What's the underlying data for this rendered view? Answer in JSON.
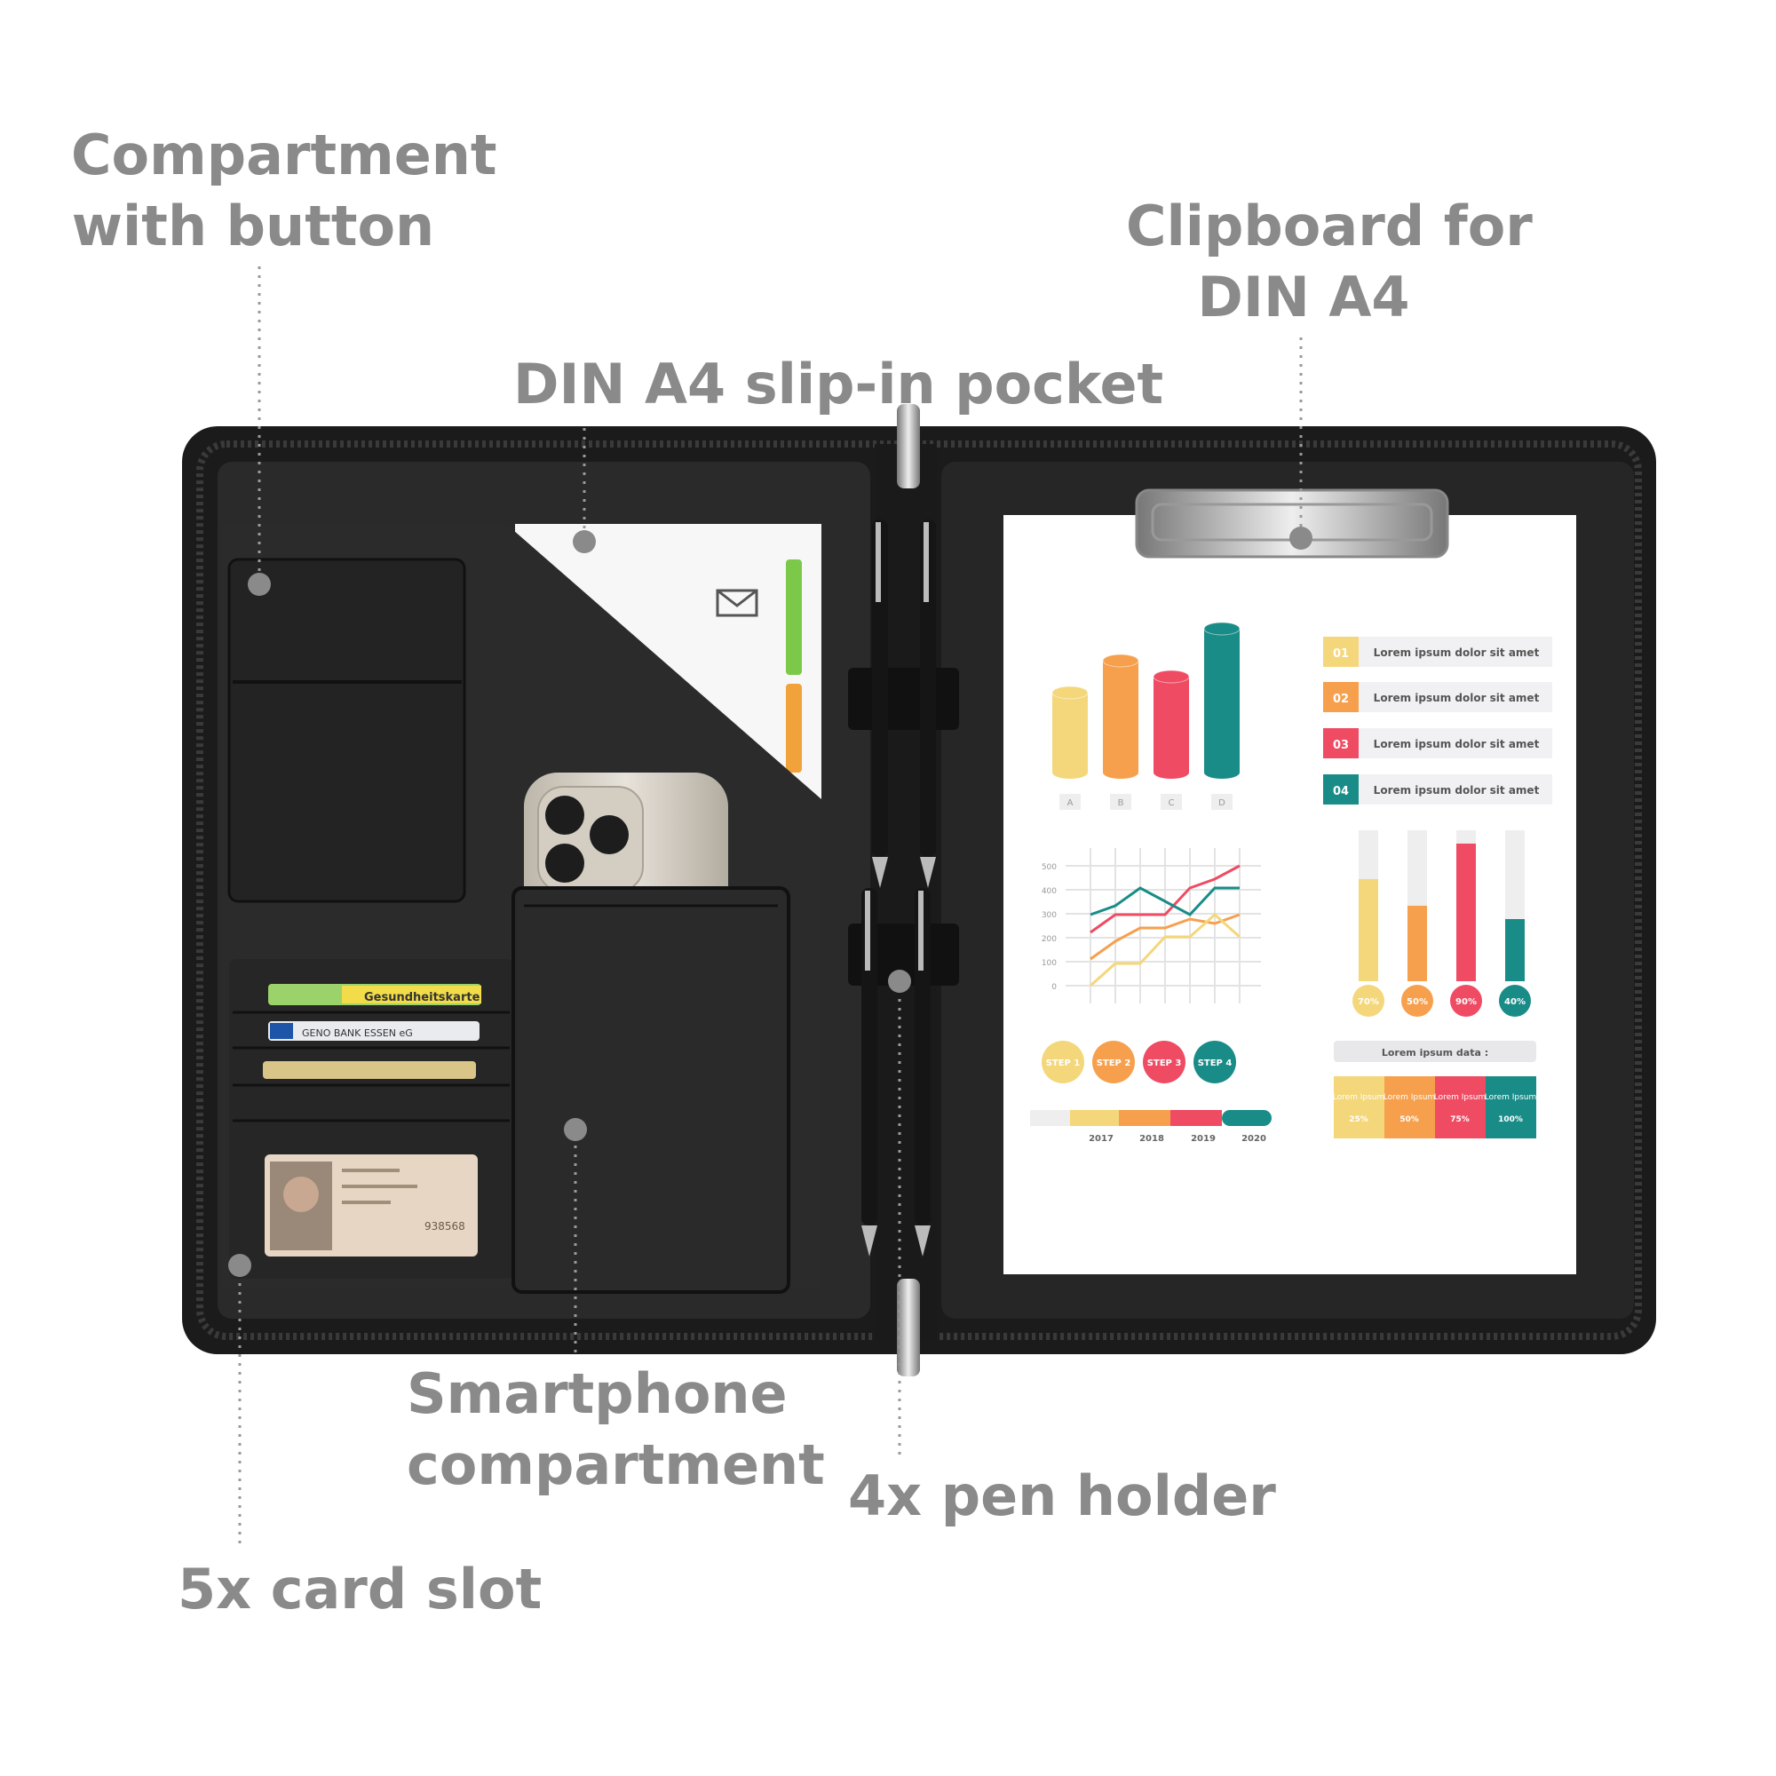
{
  "callouts": {
    "compartment_button": [
      "Compartment",
      "with button"
    ],
    "slip_in_pocket": "DIN A4 slip-in pocket",
    "clipboard": [
      "Clipboard for",
      "DIN A4"
    ],
    "smartphone": [
      "Smartphone",
      "compartment"
    ],
    "pen_holder": "4x pen holder",
    "card_slot": "5x card slot"
  },
  "cards": {
    "health": "Gesundheitskarte",
    "bank": "GENO BANK ESSEN eG",
    "id_number": "938568"
  },
  "paper": {
    "chart1_categories": [
      "A",
      "B",
      "C",
      "D"
    ],
    "chart1_values": [
      3,
      4.2,
      3.6,
      5.4
    ],
    "list_numbers": [
      "01",
      "02",
      "03",
      "04"
    ],
    "list_text": "Lorem ipsum dolor sit amet",
    "line_yticks": [
      "500",
      "400",
      "300",
      "200",
      "100",
      "0"
    ],
    "arrow_percents": [
      "70%",
      "50%",
      "90%",
      "40%"
    ],
    "steps": [
      "STEP 1",
      "STEP 2",
      "STEP 3",
      "STEP 4"
    ],
    "years": [
      "2017",
      "2018",
      "2019",
      "2020"
    ],
    "data_title": "Lorem ipsum data :",
    "data_blocks": [
      {
        "label": "Lorem Ipsum",
        "value": "25%"
      },
      {
        "label": "Lorem Ipsum",
        "value": "50%"
      },
      {
        "label": "Lorem Ipsum",
        "value": "75%"
      },
      {
        "label": "Lorem Ipsum",
        "value": "100%"
      }
    ]
  },
  "colors": {
    "yellow": "#f4d77a",
    "orange": "#f6a04d",
    "red": "#ef4b63",
    "teal": "#1a8c88",
    "label": "#8a8a8a",
    "leather": "#1f1f1f"
  }
}
